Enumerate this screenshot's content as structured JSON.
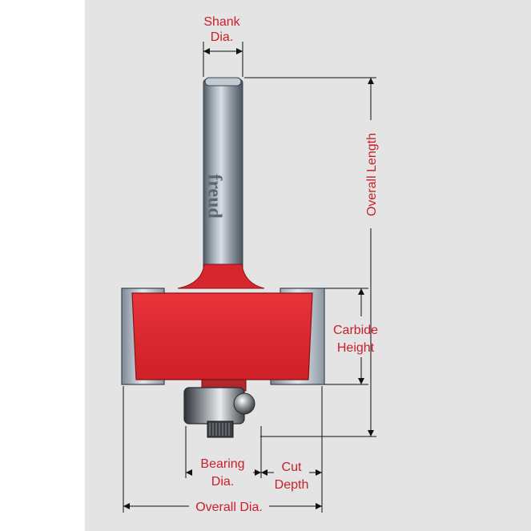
{
  "labels": {
    "shank_dia": [
      "Shank",
      "Dia."
    ],
    "overall_length": "Overall Length",
    "carbide_height": [
      "Carbide",
      "Height"
    ],
    "bearing_dia": [
      "Bearing",
      "Dia."
    ],
    "cut_depth": [
      "Cut",
      "Depth"
    ],
    "overall_dia": "Overall Dia."
  },
  "brand": {
    "logo_text": "freud"
  },
  "colors": {
    "background": "#e4e4e4",
    "label_text": "#c8202a",
    "cutter_body": "#d8262e",
    "carbide": "#b9c4ce",
    "shank": "#8f9ba6",
    "bearing": "#6b6f74"
  },
  "icons": [
    "freud-logo"
  ]
}
